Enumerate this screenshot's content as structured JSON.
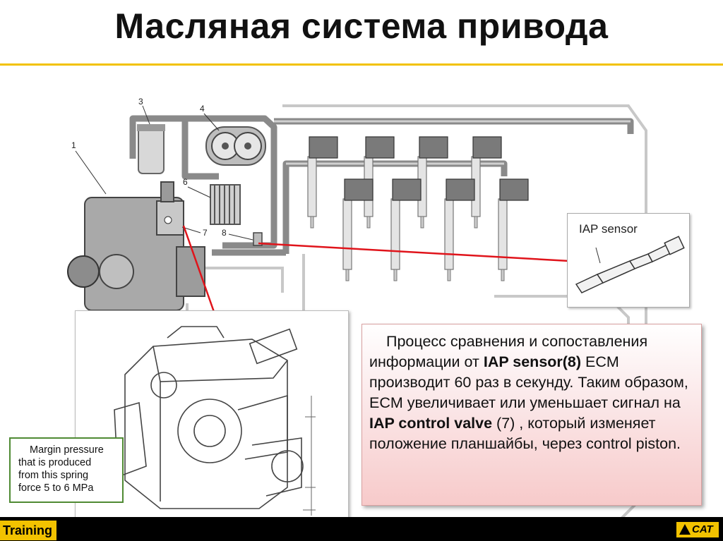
{
  "title": "Масляная система привода",
  "callouts": [
    "1",
    "3",
    "4",
    "6",
    "7",
    "8"
  ],
  "iap_box": {
    "label": "IAP sensor"
  },
  "explanation": {
    "part1": "Процесс сравнения и сопоставления информации от ",
    "bold1": "IAP sensor(8)",
    "part2": " ECM производит 60 раз в секунду. Таким образом, ECM увеличивает или уменьшает сигнал на ",
    "bold2": "IAP control valve",
    "part3": " (7) , который изменяет положение  планшайбы, через control piston."
  },
  "margin_note": {
    "line1": "Margin pressure",
    "line2": "that is produced",
    "line3": "from  this  spring",
    "line4": "force 5 to 6 MPa"
  },
  "footer": {
    "training": "Training",
    "logo": "CAT"
  },
  "colors": {
    "accent": "#f2c200",
    "leader_red": "#e0141b",
    "frame_green": "#4f8a33"
  }
}
